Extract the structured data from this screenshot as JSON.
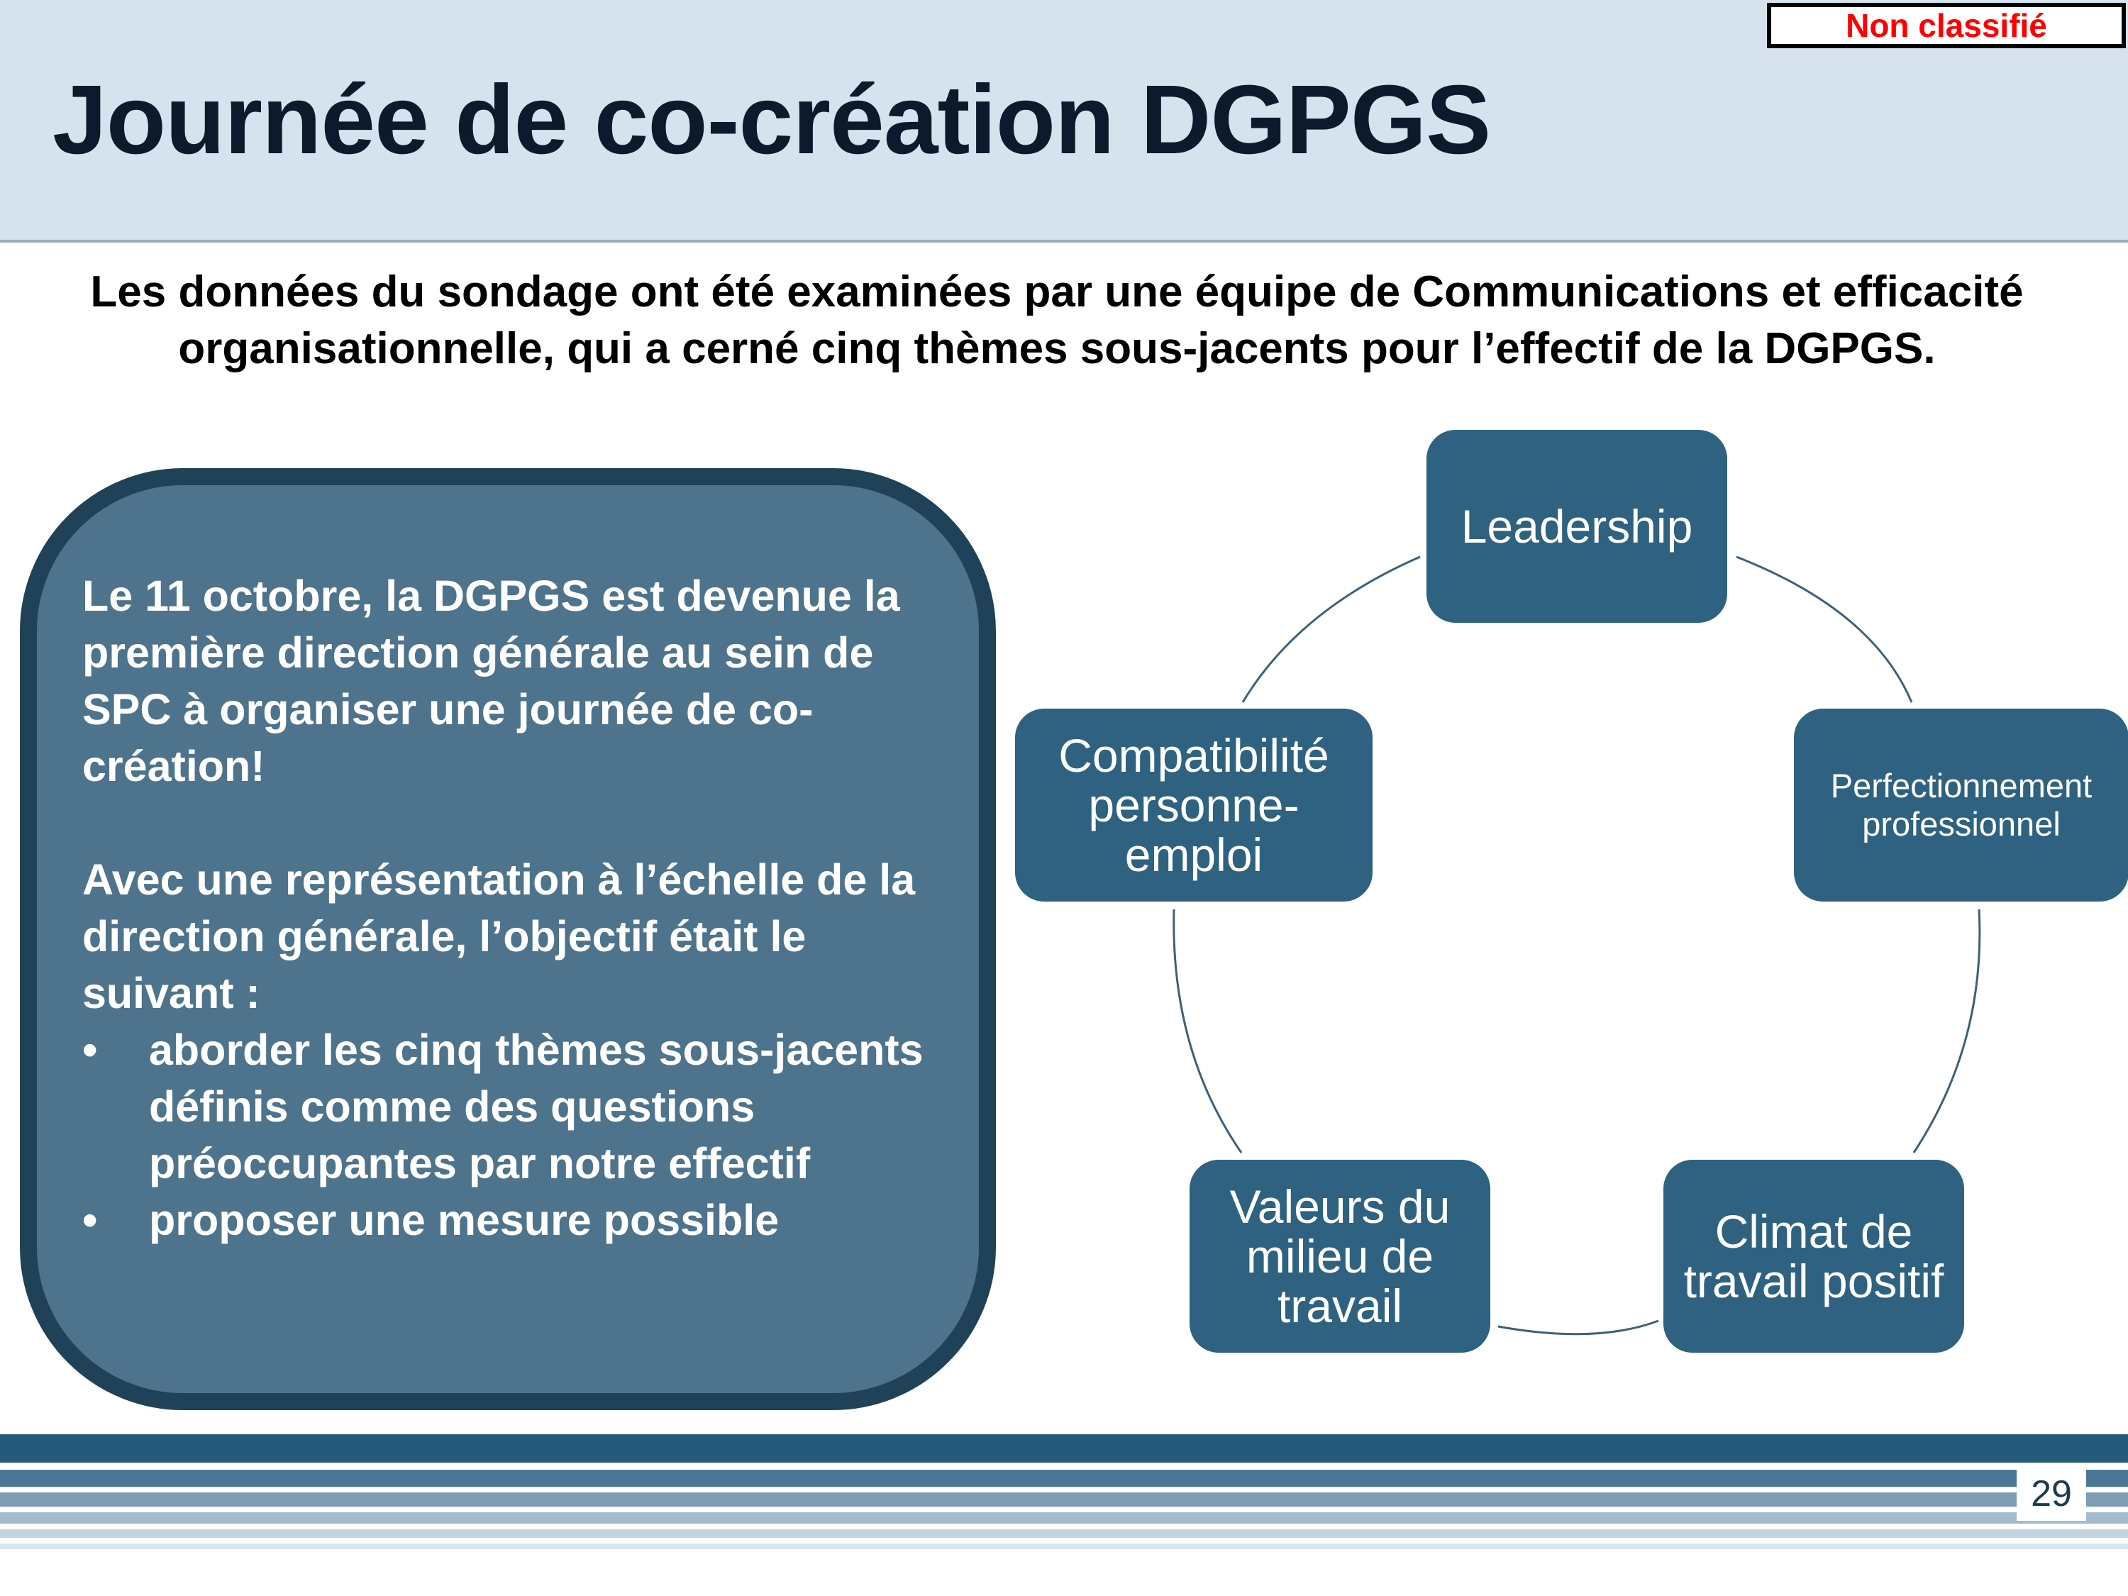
{
  "header": {
    "classification": "Non classifié",
    "title": "Journée de co-création DGPGS"
  },
  "intro": "Les données du sondage ont été examinées par une équipe de Communications et efficacité organisationnelle, qui a cerné cinq thèmes sous-jacents pour l’effectif de la DGPGS.",
  "info_box": {
    "paragraph1": "Le 11 octobre, la DGPGS est devenue la première direction générale au sein de SPC à organiser une journée de co-création!",
    "paragraph2": "Avec une représentation à l’échelle de la direction générale, l’objectif était le suivant :",
    "bullet_symbol": "•",
    "bullets": [
      "aborder les cinq thèmes sous-jacents définis comme des questions préoccupantes par notre effectif",
      "proposer une mesure possible"
    ]
  },
  "themes": [
    "Leadership",
    "Perfectionnement professionnel",
    "Climat de travail positif",
    "Valeurs du milieu de travail",
    "Compatibilité personne-emploi"
  ],
  "colors": {
    "header_bg": "#d6e3ef",
    "node_fill": "#2e6280",
    "box_fill": "#4e738c",
    "box_border": "#1f4258",
    "classification_text": "#ff0000"
  },
  "page_number": "29"
}
